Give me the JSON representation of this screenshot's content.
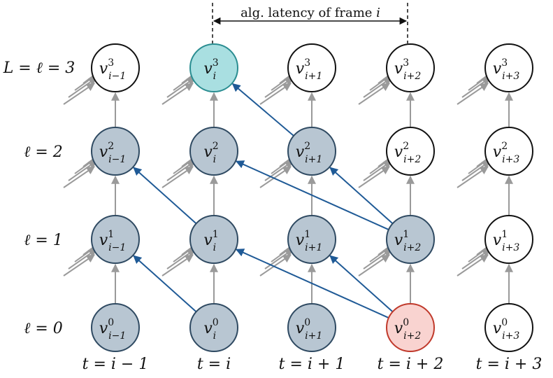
{
  "latency_label": "alg. latency of frame ",
  "latency_var": "i",
  "layer_labels": [
    "ℓ = 0",
    "ℓ = 1",
    "ℓ = 2",
    "L = ℓ = 3"
  ],
  "time_labels": [
    "t = i − 1",
    "t = i",
    "t = i + 1",
    "t = i + 2",
    "t = i + 3"
  ],
  "node_subscripts": [
    "i−1",
    "i",
    "i+1",
    "i+2",
    "i+3"
  ],
  "node_superscripts": [
    "0",
    "1",
    "2",
    "3"
  ],
  "node_symbol": "v",
  "nodes": [
    {
      "col": 0,
      "layer": 0,
      "state": "computed"
    },
    {
      "col": 1,
      "layer": 0,
      "state": "computed"
    },
    {
      "col": 2,
      "layer": 0,
      "state": "computed"
    },
    {
      "col": 3,
      "layer": 0,
      "state": "input"
    },
    {
      "col": 4,
      "layer": 0,
      "state": "pending"
    },
    {
      "col": 0,
      "layer": 1,
      "state": "computed"
    },
    {
      "col": 1,
      "layer": 1,
      "state": "computed"
    },
    {
      "col": 2,
      "layer": 1,
      "state": "computed"
    },
    {
      "col": 3,
      "layer": 1,
      "state": "computed"
    },
    {
      "col": 4,
      "layer": 1,
      "state": "pending"
    },
    {
      "col": 0,
      "layer": 2,
      "state": "computed"
    },
    {
      "col": 1,
      "layer": 2,
      "state": "computed"
    },
    {
      "col": 2,
      "layer": 2,
      "state": "computed"
    },
    {
      "col": 3,
      "layer": 2,
      "state": "pending"
    },
    {
      "col": 4,
      "layer": 2,
      "state": "pending"
    },
    {
      "col": 0,
      "layer": 3,
      "state": "pending"
    },
    {
      "col": 1,
      "layer": 3,
      "state": "output"
    },
    {
      "col": 2,
      "layer": 3,
      "state": "pending"
    },
    {
      "col": 3,
      "layer": 3,
      "state": "pending"
    },
    {
      "col": 4,
      "layer": 3,
      "state": "pending"
    }
  ],
  "blue_edges": [
    {
      "from": [
        1,
        0
      ],
      "to": [
        0,
        1
      ]
    },
    {
      "from": [
        1,
        1
      ],
      "to": [
        0,
        2
      ]
    },
    {
      "from": [
        3,
        0
      ],
      "to": [
        1,
        1
      ]
    },
    {
      "from": [
        3,
        0
      ],
      "to": [
        2,
        1
      ]
    },
    {
      "from": [
        3,
        1
      ],
      "to": [
        1,
        2
      ]
    },
    {
      "from": [
        3,
        1
      ],
      "to": [
        2,
        2
      ]
    },
    {
      "from": [
        2,
        2
      ],
      "to": [
        1,
        3
      ]
    }
  ],
  "colors": {
    "computed_fill": "#b8c6d2",
    "computed_stroke": "#2f4a62",
    "input_fill": "#f9d3d0",
    "input_stroke": "#c0392b",
    "output_fill": "#a9dfe1",
    "output_stroke": "#2a8d91",
    "pending_fill": "#ffffff",
    "pending_stroke": "#111111",
    "blue_edge": "#1f5a96",
    "gray_edge": "#9a9a9a"
  }
}
